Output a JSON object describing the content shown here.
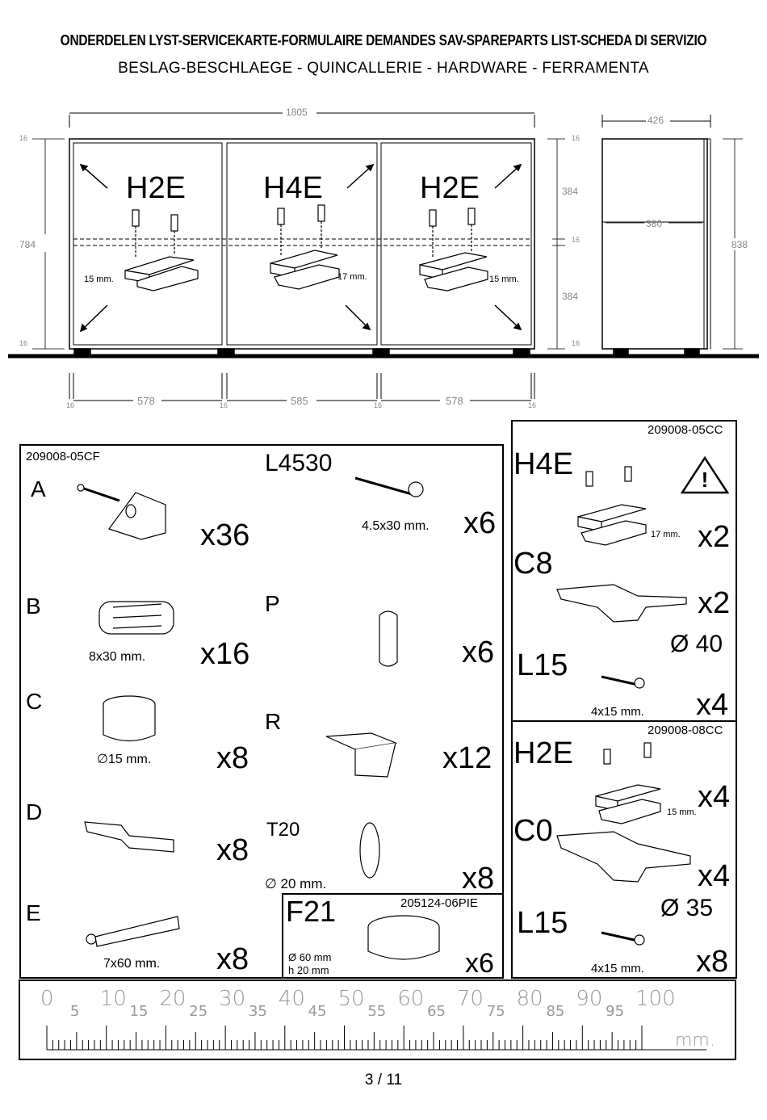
{
  "header": {
    "title": "ONDERDELEN LYST-SERVICEKARTE-FORMULAIRE DEMANDES SAV-SPAREPARTS LIST-SCHEDA DI SERVIZIO",
    "subtitle": "BESLAG-BESCHLAEGE - QUINCALLERIE - HARDWARE - FERRAMENTA"
  },
  "drawing": {
    "width_total": "1805",
    "depth": "426",
    "inner_depth": "380",
    "height_left": "784",
    "height_right": "838",
    "shelf_top": "384",
    "shelf_bottom": "384",
    "panel": "16",
    "bottom_widths": [
      "578",
      "585",
      "578"
    ],
    "hinge_labels": [
      "H2E",
      "H4E",
      "H2E"
    ],
    "mm_15a": "15  mm.",
    "mm_17": "17  mm.",
    "mm_15b": "15  mm."
  },
  "left_box": {
    "code": "209008-05CF",
    "items": [
      {
        "letter": "A",
        "qty": "x36",
        "size": ""
      },
      {
        "letter": "B",
        "qty": "x16",
        "size": "8x30 mm."
      },
      {
        "letter": "C",
        "qty": "x8",
        "size": "∅15 mm."
      },
      {
        "letter": "D",
        "qty": "x8",
        "size": ""
      },
      {
        "letter": "E",
        "qty": "x8",
        "size": "7x60 mm."
      }
    ],
    "screw": {
      "code": "L4530",
      "size": "4.5x30 mm.",
      "qty": "x6"
    },
    "p": {
      "letter": "P",
      "qty": "x6"
    },
    "r": {
      "letter": "R",
      "qty": "x12"
    },
    "t": {
      "letter": "T20",
      "size": "∅ 20 mm.",
      "qty": "x8"
    }
  },
  "foot_box": {
    "code": "F21",
    "ref": "205124-06PIE",
    "size1": "Ø 60 mm",
    "size2": "h 20 mm",
    "qty": "x6"
  },
  "right_top": {
    "code": "209008-05CC",
    "hinge": "H4E",
    "hinge_mm": "17  mm.",
    "hinge_qty": "x2",
    "c": "C8",
    "c_qty": "x2",
    "c_size": "Ø 40",
    "screw": "L15",
    "screw_size": "4x15 mm.",
    "screw_qty": "x4"
  },
  "right_bottom": {
    "code": "209008-08CC",
    "hinge": "H2E",
    "hinge_mm": "15  mm.",
    "hinge_qty": "x4",
    "c": "C0",
    "c_qty": "x4",
    "c_size": "Ø 35",
    "screw": "L15",
    "screw_size": "4x15 mm.",
    "screw_qty": "x8"
  },
  "ruler": {
    "major": [
      "0",
      "10",
      "20",
      "30",
      "40",
      "50",
      "60",
      "70",
      "80",
      "90",
      "100"
    ],
    "minor": [
      "5",
      "15",
      "25",
      "35",
      "45",
      "55",
      "65",
      "75",
      "85",
      "95"
    ],
    "unit": "mm."
  },
  "footer": {
    "page": "3 / 11"
  }
}
